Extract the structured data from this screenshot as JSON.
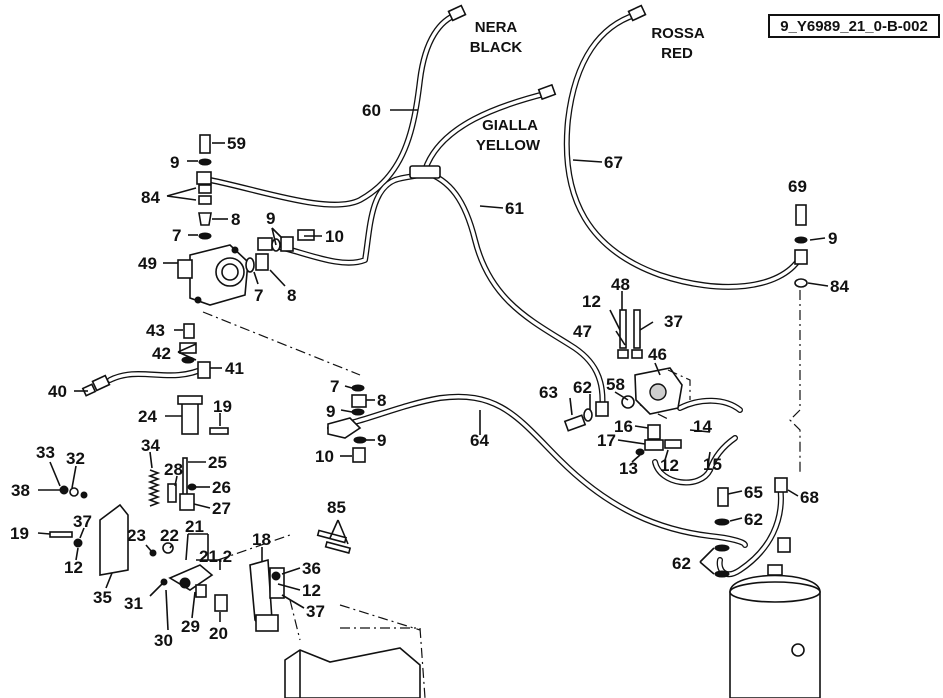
{
  "drawing_code": "9_Y6989_21_0-B-002",
  "hose_colors": {
    "black": {
      "it": "NERA",
      "en": "BLACK"
    },
    "yellow": {
      "it": "GIALLA",
      "en": "YELLOW"
    },
    "red": {
      "it": "ROSSA",
      "en": "RED"
    }
  },
  "callouts": {
    "c60": "60",
    "c59": "59",
    "c9a": "9",
    "c84a": "84",
    "c8a": "8",
    "c7a": "7",
    "c49": "49",
    "c9b": "9",
    "c10a": "10",
    "c7b": "7",
    "c8b": "8",
    "c61": "61",
    "c67": "67",
    "c69": "69",
    "c9c": "9",
    "c84b": "84",
    "c43": "43",
    "c42": "42",
    "c41": "41",
    "c40": "40",
    "c7c": "7",
    "c8c": "8",
    "c9d": "9",
    "c9e": "9",
    "c10b": "10",
    "c64": "64",
    "c12a": "12",
    "c48": "48",
    "c37a": "37",
    "c47": "47",
    "c46": "46",
    "c58": "58",
    "c63": "63",
    "c62a": "62",
    "c16": "16",
    "c14": "14",
    "c17": "17",
    "c13": "13",
    "c12b": "12",
    "c15": "15",
    "c24": "24",
    "c19a": "19",
    "c34": "34",
    "c28": "28",
    "c25": "25",
    "c26": "26",
    "c27": "27",
    "c33": "33",
    "c32": "32",
    "c38": "38",
    "c19b": "19",
    "c37b": "37",
    "c12c": "12",
    "c35": "35",
    "c23": "23",
    "c22": "22",
    "c21": "21",
    "c212": "21.2",
    "c31": "31",
    "c30": "30",
    "c29": "29",
    "c20": "20",
    "c18": "18",
    "c85": "85",
    "c36": "36",
    "c12d": "12",
    "c37c": "37",
    "c65": "65",
    "c68": "68",
    "c62b": "62",
    "c62c": "62"
  },
  "colors": {
    "line": "#111111",
    "background": "#ffffff"
  }
}
